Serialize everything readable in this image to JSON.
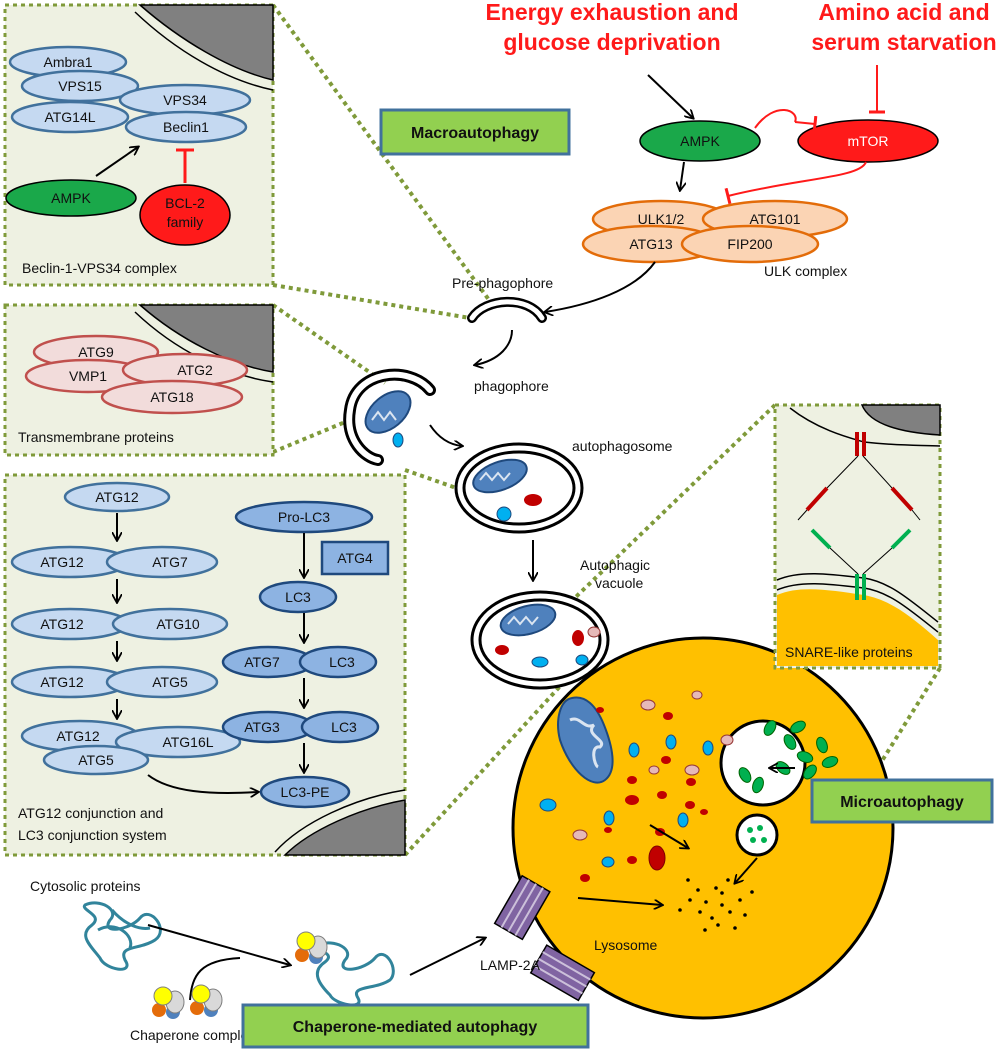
{
  "signals": {
    "energy_line1": "Energy exhaustion and",
    "energy_line2": "glucose deprivation",
    "amino_line1": "Amino acid and",
    "amino_line2": "serum starvation"
  },
  "pathway_labels": {
    "macroautophagy": "Macroautophagy",
    "microautophagy": "Microautophagy",
    "chaperone_mediated": "Chaperone-mediated autophagy"
  },
  "regulators": {
    "ampk": "AMPK",
    "mtor": "mTOR"
  },
  "ulk_complex": {
    "members": [
      "ULK1/2",
      "ATG101",
      "ATG13",
      "FIP200"
    ],
    "label": "ULK complex"
  },
  "beclin_panel": {
    "members": [
      "Ambra1",
      "VPS15",
      "VPS34",
      "ATG14L",
      "Beclin1"
    ],
    "ampk": "AMPK",
    "bcl2_line1": "BCL-2",
    "bcl2_line2": "family",
    "caption": "Beclin-1-VPS34 complex"
  },
  "transmembrane_panel": {
    "members": [
      "ATG9",
      "VMP1",
      "ATG2",
      "ATG18"
    ],
    "caption": "Transmembrane proteins"
  },
  "conjugation_panel": {
    "atg12_chain": [
      "ATG12",
      "ATG12",
      "ATG7",
      "ATG12",
      "ATG10",
      "ATG12",
      "ATG5",
      "ATG12",
      "ATG16L",
      "ATG5"
    ],
    "lc3_chain": [
      "Pro-LC3",
      "ATG4",
      "LC3",
      "ATG7",
      "LC3",
      "ATG3",
      "LC3",
      "LC3-PE"
    ],
    "caption_line1": "ATG12 conjunction and",
    "caption_line2": "LC3 conjunction system"
  },
  "stages": {
    "pre_phagophore": "Pre-phagophore",
    "phagophore": "phagophore",
    "autophagosome": "autophagosome",
    "autophagic_vacuole_line1": "Autophagic",
    "autophagic_vacuole_line2": "vacuole",
    "lysosome": "Lysosome",
    "lamp2a": "LAMP-2A",
    "cytosolic_proteins": "Cytosolic proteins",
    "chaperone_complex": "Chaperone complex",
    "snare": "SNARE-like proteins"
  },
  "colors": {
    "panel_fill": "#eef1e2",
    "panel_border": "#7f9a3a",
    "label_box_fill": "#92d050",
    "label_box_border": "#41719c",
    "ampk_green": "#1aa84a",
    "mtor_red": "#ff1a1a",
    "ulk_orange": "#fbd4b4",
    "beclin_blue": "#c5d9f1",
    "lc3_blue": "#8db3e2",
    "tm_pink": "#f2dcdb",
    "lysosome": "#ffc000",
    "inhibition_red": "#ff1a1a"
  }
}
